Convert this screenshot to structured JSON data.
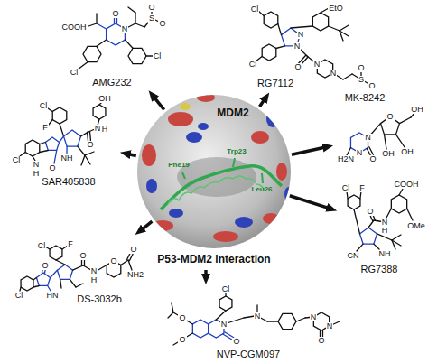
{
  "diagram": {
    "nodes": [
      {
        "text": [
          "MDM2",
          "P53-MDM2 interaction"
        ]
      },
      {
        "text": [
          "AMG232"
        ]
      },
      {
        "text": [
          "RG7112"
        ]
      },
      {
        "text": [
          "MK-8242"
        ]
      },
      {
        "text": [
          "RG7388"
        ]
      },
      {
        "text": [
          "NVP-CGM097"
        ]
      },
      {
        "text": [
          "DS-3032b"
        ]
      },
      {
        "text": [
          "SAR405838"
        ]
      }
    ],
    "edges": [
      {
        "from": 0,
        "to": 1,
        "arrow": "to"
      },
      {
        "from": 0,
        "to": 2,
        "arrow": "to"
      },
      {
        "from": 0,
        "to": 3,
        "arrow": "to"
      },
      {
        "from": 0,
        "to": 4,
        "arrow": "to"
      },
      {
        "from": 0,
        "to": 5,
        "arrow": "to"
      },
      {
        "from": 0,
        "to": 6,
        "arrow": "to"
      },
      {
        "from": 0,
        "to": 7,
        "arrow": "to"
      }
    ],
    "labels": [
      "Phe19",
      "Trp23",
      "Leu26",
      "O",
      "N",
      "COOH",
      "S",
      "O",
      "O",
      "Cl",
      "Cl",
      "Cl",
      "Cl",
      "N",
      "N",
      "EtO",
      "O",
      "N",
      "N",
      "S",
      "O",
      "O",
      "H2N",
      "N",
      "N",
      "O",
      "O",
      "OH",
      "OH",
      "OH",
      "COOH",
      "OMe",
      "N",
      "H",
      "O",
      "Cl",
      "F",
      "NH",
      "CN",
      "Cl",
      "O",
      "O",
      "N",
      "O",
      "N",
      "N",
      "N",
      "O",
      "Cl",
      "F",
      "O",
      "HN",
      "Cl",
      "O",
      "N",
      "H",
      "O",
      "NH2",
      "O",
      "Cl",
      "F",
      "O",
      "N",
      "H",
      "OH",
      "NH",
      "Cl",
      "O",
      "N",
      "H"
    ]
  }
}
